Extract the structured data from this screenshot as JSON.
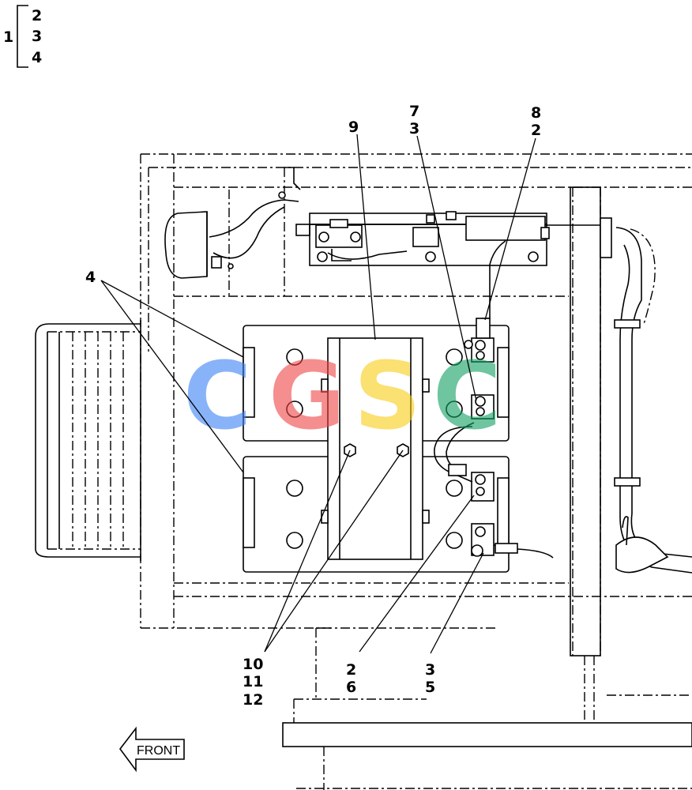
{
  "legend": {
    "parent": "1",
    "children": [
      "2",
      "3",
      "4"
    ]
  },
  "callouts": {
    "c4": "4",
    "c9": "9",
    "c7": "7",
    "c3top": "3",
    "c8": "8",
    "c2top": "2",
    "c10": "10",
    "c11": "11",
    "c12": "12",
    "c2b": "2",
    "c6": "6",
    "c3b": "3",
    "c5": "5"
  },
  "front_label": "FRONT",
  "watermark": {
    "letters": [
      "C",
      "G",
      "S",
      "C"
    ],
    "colors": [
      "#3b82f6",
      "#ef4444",
      "#facc15",
      "#10a060"
    ]
  }
}
